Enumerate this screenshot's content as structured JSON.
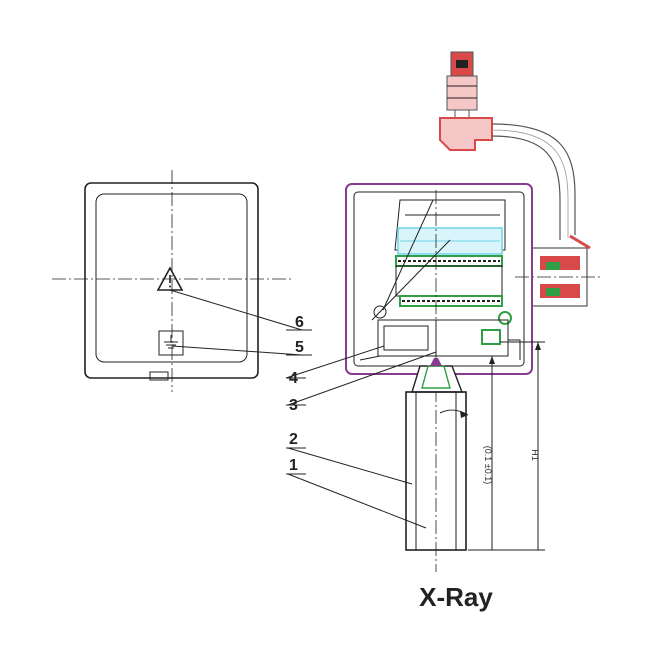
{
  "callouts": [
    {
      "label": "1"
    },
    {
      "label": "2"
    },
    {
      "label": "3"
    },
    {
      "label": "4"
    },
    {
      "label": "5"
    },
    {
      "label": "6"
    }
  ],
  "caption": "X-Ray",
  "dimension_label_a": "(0.1 ±0.1)",
  "dimension_label_b": "H1",
  "colors": {
    "housing_outline": "#8a3b8f",
    "fitting_red": "#d84a4a",
    "hose_outline": "#555555",
    "sensor_green": "#2f9e44",
    "lens_cyan": "#6fd3e6",
    "ink": "#222222"
  },
  "icons": [
    "warning-triangle-icon",
    "ground-symbol-icon"
  ]
}
